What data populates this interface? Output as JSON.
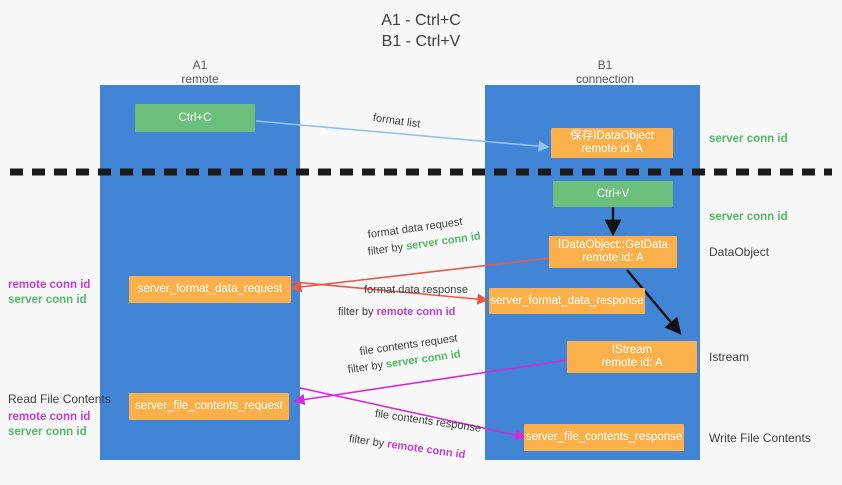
{
  "title": {
    "line1": "A1 - Ctrl+C",
    "line2": "B1 - Ctrl+V"
  },
  "columns": [
    {
      "name": "A1",
      "sub": "remote"
    },
    {
      "name": "B1",
      "sub": "connection"
    }
  ],
  "colors": {
    "lane": "#4285d6",
    "green_node": "#6bc07c",
    "orange_node": "#fbb04b",
    "server_conn": "#53b96a",
    "remote_conn": "#c040d0",
    "red_arrow": "#e8574a",
    "magenta_arrow": "#d62bd6",
    "blue_arrow": "#8fc4ea",
    "black_arrow": "#000000",
    "background": "#f8f8f8",
    "text": "#3c4043"
  },
  "nodes": {
    "ctrl_c": {
      "label": "Ctrl+C",
      "sub": ""
    },
    "idataobject": {
      "label": "保存IDataObject",
      "sub": "remote id: A"
    },
    "ctrl_v": {
      "label": "Ctrl+V",
      "sub": ""
    },
    "getdata": {
      "label": "IDataObject::GetData",
      "sub": "remote id: A"
    },
    "format_data_request": {
      "label": "server_format_data_request",
      "sub": ""
    },
    "format_data_response": {
      "label": "server_format_data_response",
      "sub": ""
    },
    "istream": {
      "label": "IStream",
      "sub": "remote id: A"
    },
    "file_contents_request": {
      "label": "server_file_contents_request",
      "sub": ""
    },
    "file_contents_response": {
      "label": "server_file_contents_response",
      "sub": ""
    }
  },
  "right_labels": {
    "server_conn_id_top": "server conn id",
    "server_conn_id_mid": "server conn id",
    "dataobject": "DataObject",
    "istream": "Istream",
    "write_file_contents": "Write File Contents"
  },
  "left_labels": {
    "remote_conn_id_1": "remote conn id",
    "server_conn_id_1": "server conn id",
    "read_file_contents": "Read File Contents",
    "remote_conn_id_2": "remote conn id",
    "server_conn_id_2": "server conn id"
  },
  "edges": {
    "format_list": "format list",
    "format_data_request": "format data request",
    "format_data_request_filter_prefix": "filter by ",
    "format_data_request_filter_value": "server conn id",
    "format_data_response": "format data response",
    "format_data_response_filter_prefix": "filter by ",
    "format_data_response_filter_value": "remote conn id",
    "file_contents_request": "file contents request",
    "file_contents_request_filter_prefix": "filter by ",
    "file_contents_request_filter_value": "server conn id",
    "file_contents_response": "file contents response",
    "file_contents_response_filter_prefix": "filter by ",
    "file_contents_response_filter_value": "remote conn id"
  }
}
